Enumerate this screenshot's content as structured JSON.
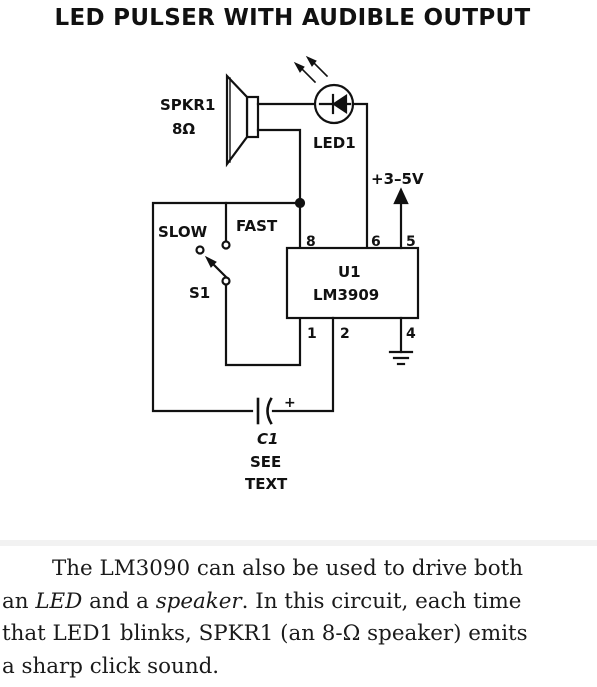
{
  "figure": {
    "title": "LED PULSER WITH AUDIBLE OUTPUT",
    "labels": {
      "spkr_name": "SPKR1",
      "spkr_value": "8Ω",
      "led": "LED1",
      "supply": "+3–5V",
      "switch_slow": "SLOW",
      "switch_fast": "FAST",
      "switch_name": "S1",
      "ic_ref": "U1",
      "ic_part": "LM3909",
      "pin_8": "8",
      "pin_6": "6",
      "pin_5": "5",
      "pin_1": "1",
      "pin_2": "2",
      "pin_4": "4",
      "cap_name": "C1",
      "cap_note_1": "SEE",
      "cap_note_2": "TEXT",
      "cap_polarity": "+"
    }
  },
  "caption": {
    "line1": "The LM3090 can also be used to drive both",
    "line2_a": "an ",
    "line2_led": "LED",
    "line2_b": " and a ",
    "line2_speaker": "speaker",
    "line2_c": ". In this circuit, each time",
    "line3": "that LED1 blinks, SPKR1 (an 8-Ω speaker) emits",
    "line4": "a sharp click sound."
  }
}
